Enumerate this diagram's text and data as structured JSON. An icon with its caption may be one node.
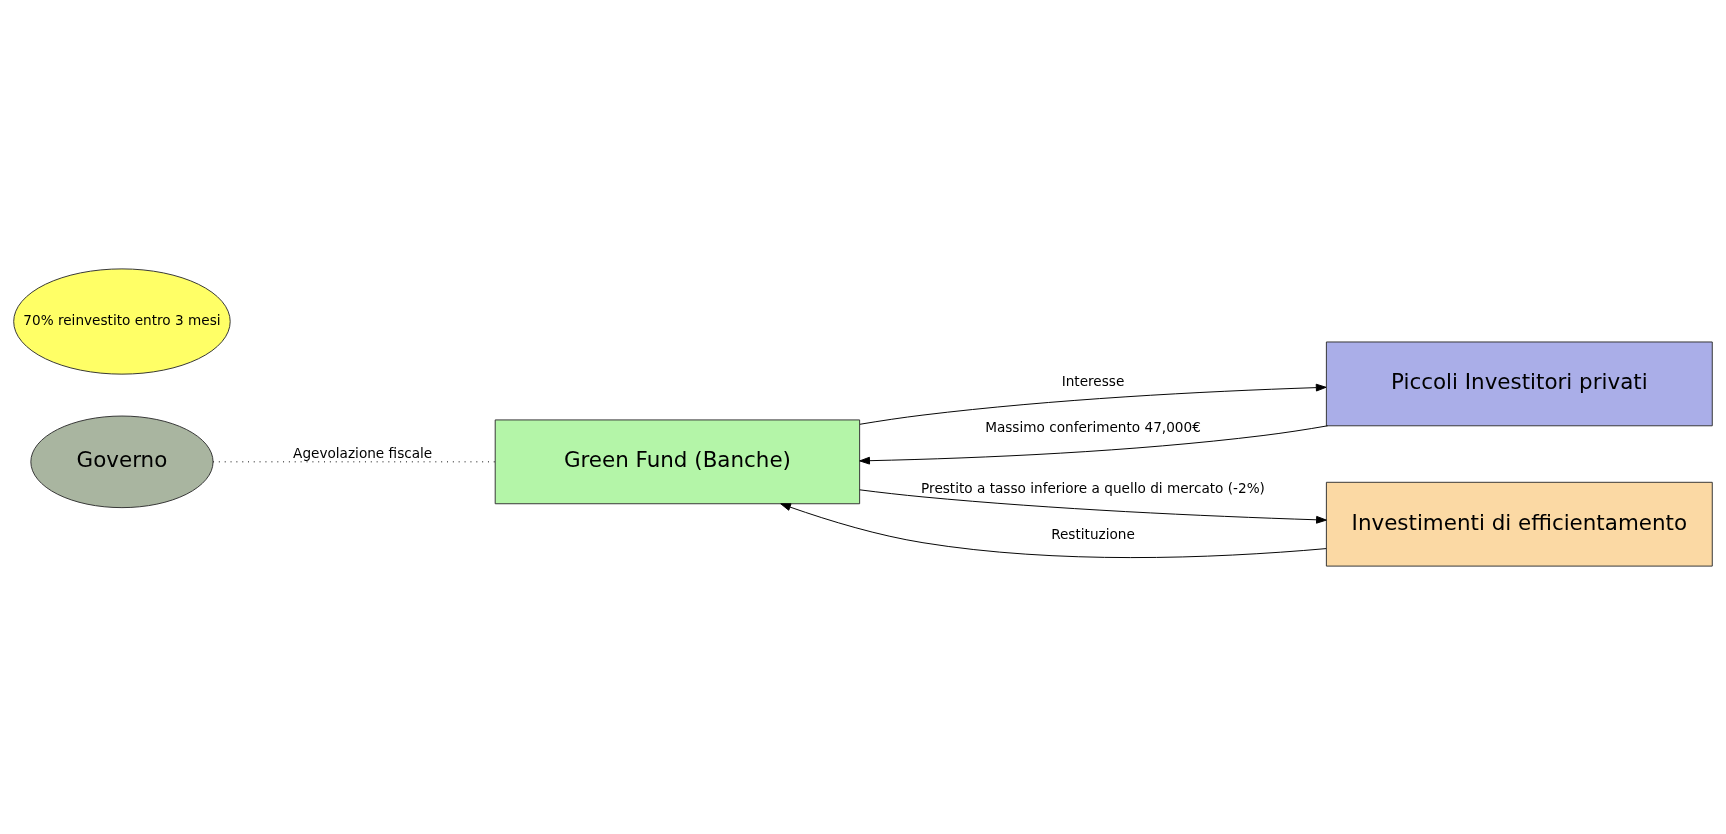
{
  "diagram": {
    "nodes": [
      {
        "text": [
          "Governo"
        ]
      },
      {
        "text": [
          "Piccoli Investitori privati"
        ]
      },
      {
        "text": [
          "Green Fund (Banche)"
        ]
      },
      {
        "text": [
          "70% reinvestito entro 3 mesi"
        ]
      },
      {
        "text": [
          "Investimenti di efficientamento"
        ]
      }
    ],
    "edges": [
      {
        "from": 0,
        "to": 2,
        "arrow": "none",
        "label": "Agevolazione fiscale",
        "style": "dashed"
      },
      {
        "from": 2,
        "to": 1,
        "arrow": "to",
        "label": "Interesse"
      },
      {
        "from": 1,
        "to": 2,
        "arrow": "to",
        "label": "Massimo conferimento 47,000€"
      },
      {
        "from": 2,
        "to": 4,
        "arrow": "to",
        "label": "Prestito a tasso inferiore a quello di mercato (-2%)"
      },
      {
        "from": 4,
        "to": 2,
        "arrow": "to",
        "label": "Restituzione"
      }
    ]
  }
}
